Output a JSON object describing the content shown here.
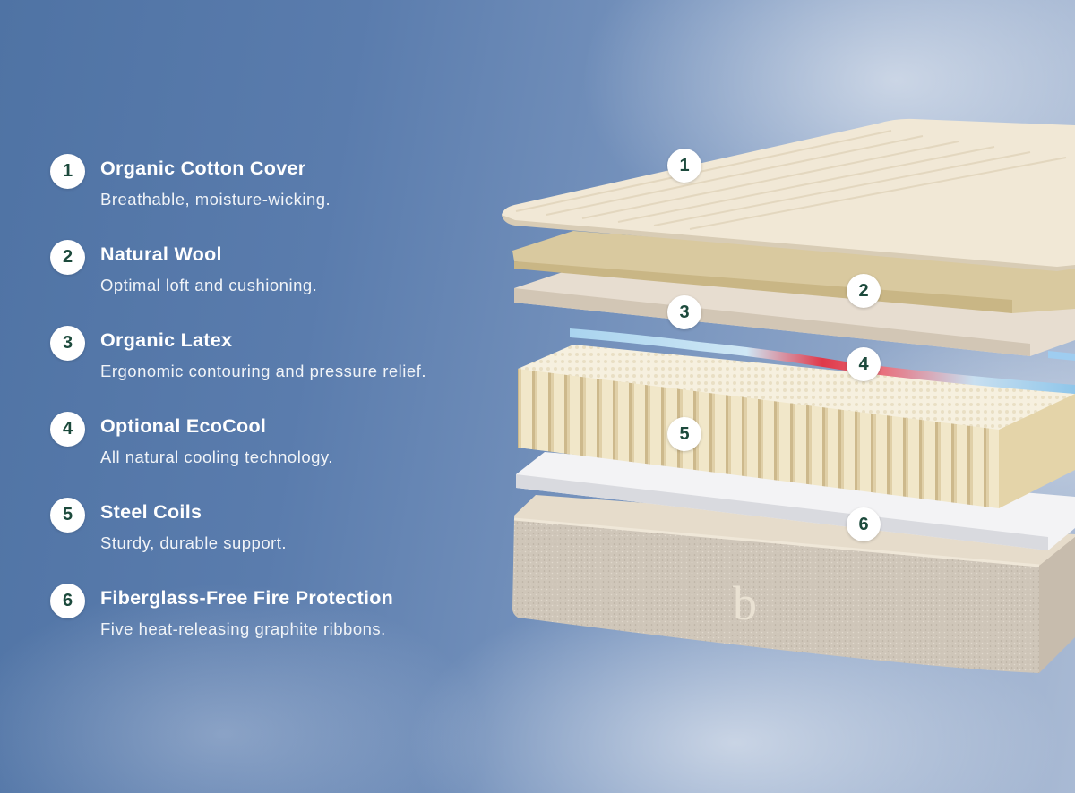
{
  "layers": [
    {
      "number": "1",
      "title": "Organic Cotton Cover",
      "description": "Breathable, moisture-wicking."
    },
    {
      "number": "2",
      "title": "Natural Wool",
      "description": "Optimal loft and cushioning."
    },
    {
      "number": "3",
      "title": "Organic Latex",
      "description": "Ergonomic contouring and pressure relief."
    },
    {
      "number": "4",
      "title": "Optional EcoCool",
      "description": "All natural cooling technology."
    },
    {
      "number": "5",
      "title": "Steel Coils",
      "description": "Sturdy, durable support."
    },
    {
      "number": "6",
      "title": "Fiberglass-Free Fire Protection",
      "description": "Five heat-releasing graphite ribbons."
    }
  ],
  "illustration": {
    "logo_letter": "b",
    "marker_icon": "numbered-circle"
  },
  "colors": {
    "badge_text": "#1c4a3c",
    "badge_bg": "#ffffff",
    "sky": "#5a7cad"
  }
}
